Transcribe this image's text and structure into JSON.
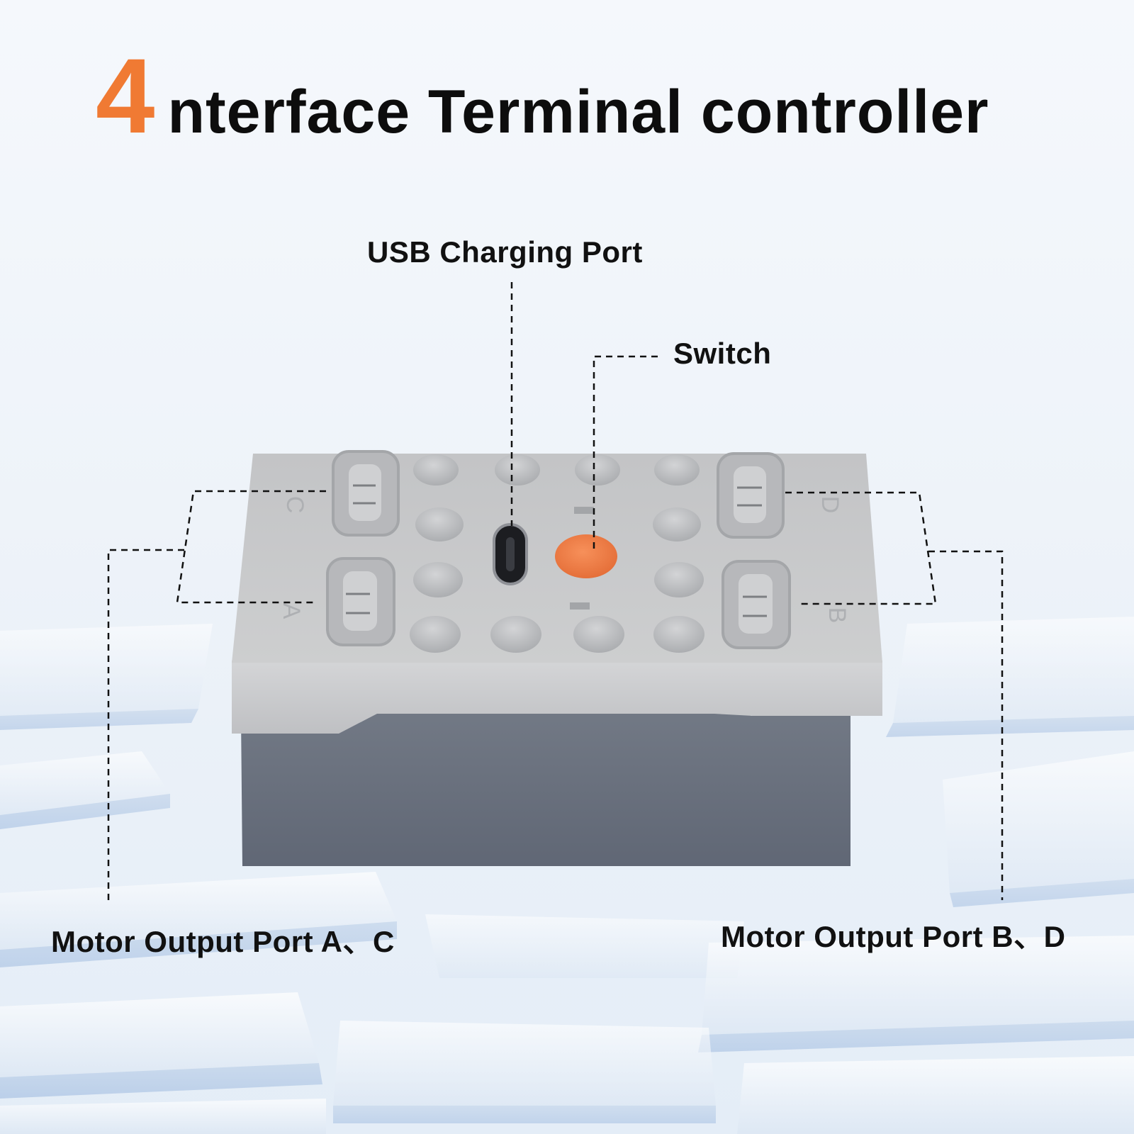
{
  "header": {
    "title_number": "4",
    "title_text": "nterface Terminal controller"
  },
  "callouts": {
    "usb": "USB Charging Port",
    "switch": "Switch",
    "port_ac": "Motor Output Port A、C",
    "port_bd": "Motor Output Port B、D"
  },
  "device": {
    "port_letters": [
      "C",
      "D",
      "A",
      "B"
    ]
  },
  "colors": {
    "accent": "#f07a33",
    "switch": "#f27d45",
    "lid": "#c7c8ca",
    "base": "#686f7c"
  }
}
